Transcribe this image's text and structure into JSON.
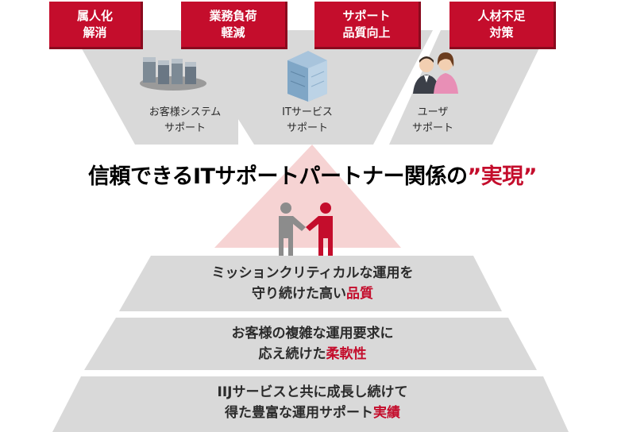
{
  "top_boxes": [
    {
      "line1": "属人化",
      "line2": "解消"
    },
    {
      "line1": "業務負荷",
      "line2": "軽減"
    },
    {
      "line1": "サポート",
      "line2": "品質向上"
    },
    {
      "line1": "人材不足",
      "line2": "対策"
    }
  ],
  "funnels": [
    {
      "line1": "お客様システム",
      "line2": "サポート",
      "icon": "server-rack-icon"
    },
    {
      "line1": "ITサービス",
      "line2": "サポート",
      "icon": "building-icon"
    },
    {
      "line1": "ユーザ",
      "line2": "サポート",
      "icon": "users-icon"
    }
  ],
  "headline": {
    "main": "信頼できるITサポートパートナー関係の",
    "accent": "”実現”"
  },
  "center_icon": "handshake-icon",
  "pyramid": [
    {
      "line1": "ミッションクリティカルな運用を",
      "line2_plain": "守り続けた高い",
      "line2_accent": "品質"
    },
    {
      "line1": "お客様の複雑な運用要求に",
      "line2_plain": "応え続けた",
      "line2_accent": "柔軟性"
    },
    {
      "line1": "IIJサービスと共に成長し続けて",
      "line2_plain": "得た豊富な運用サポート",
      "line2_accent": "実績"
    }
  ],
  "colors": {
    "accent": "#c40d2c",
    "panel": "#d9d9d9",
    "triangle": "#f6d3d3"
  }
}
